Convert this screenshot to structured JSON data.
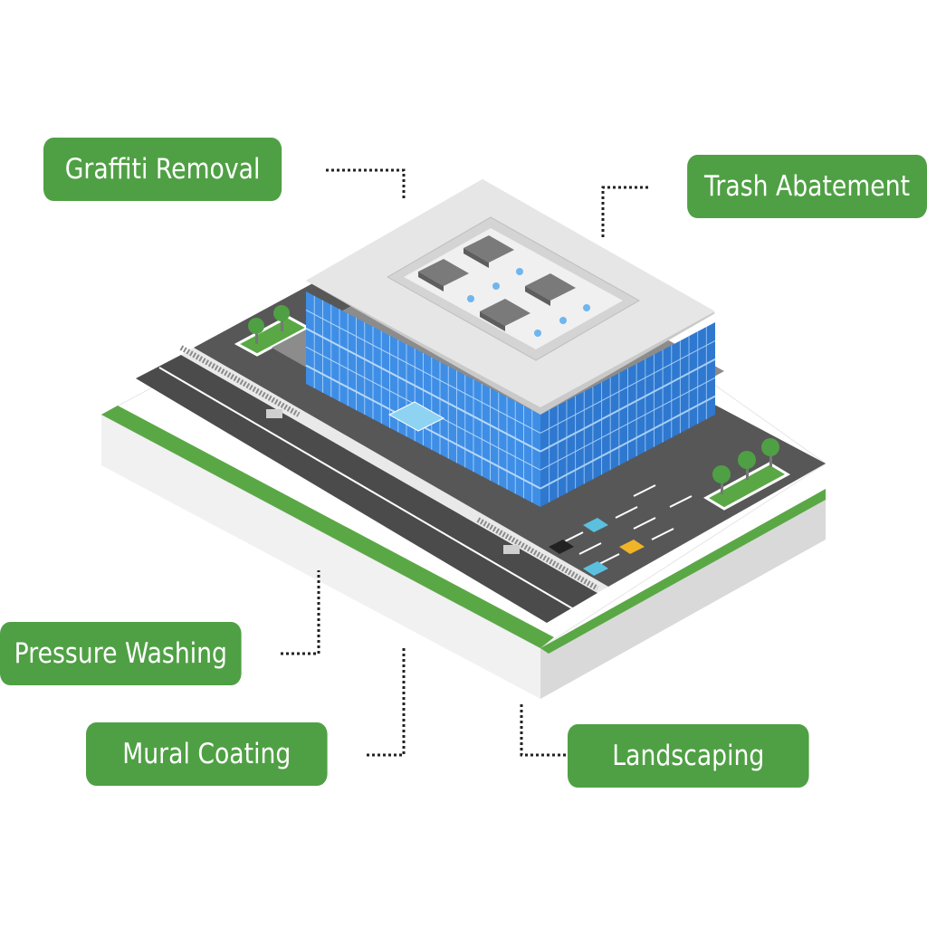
{
  "labels": {
    "graffiti_removal": "Graffiti Removal",
    "trash_abatement": "Trash Abatement",
    "pressure_washing": "Pressure Washing",
    "mural_coating": "Mural Coating",
    "landscaping": "Landscaping"
  },
  "colors": {
    "label_green": "#4fa044",
    "glass_blue": "#3f8ee6",
    "roof_gray": "#e4e4e4",
    "asphalt": "#4a4a4a",
    "grass": "#5aa845"
  },
  "icons": {
    "building": "office-building-icon",
    "car": "car-icon",
    "tree": "tree-icon"
  }
}
